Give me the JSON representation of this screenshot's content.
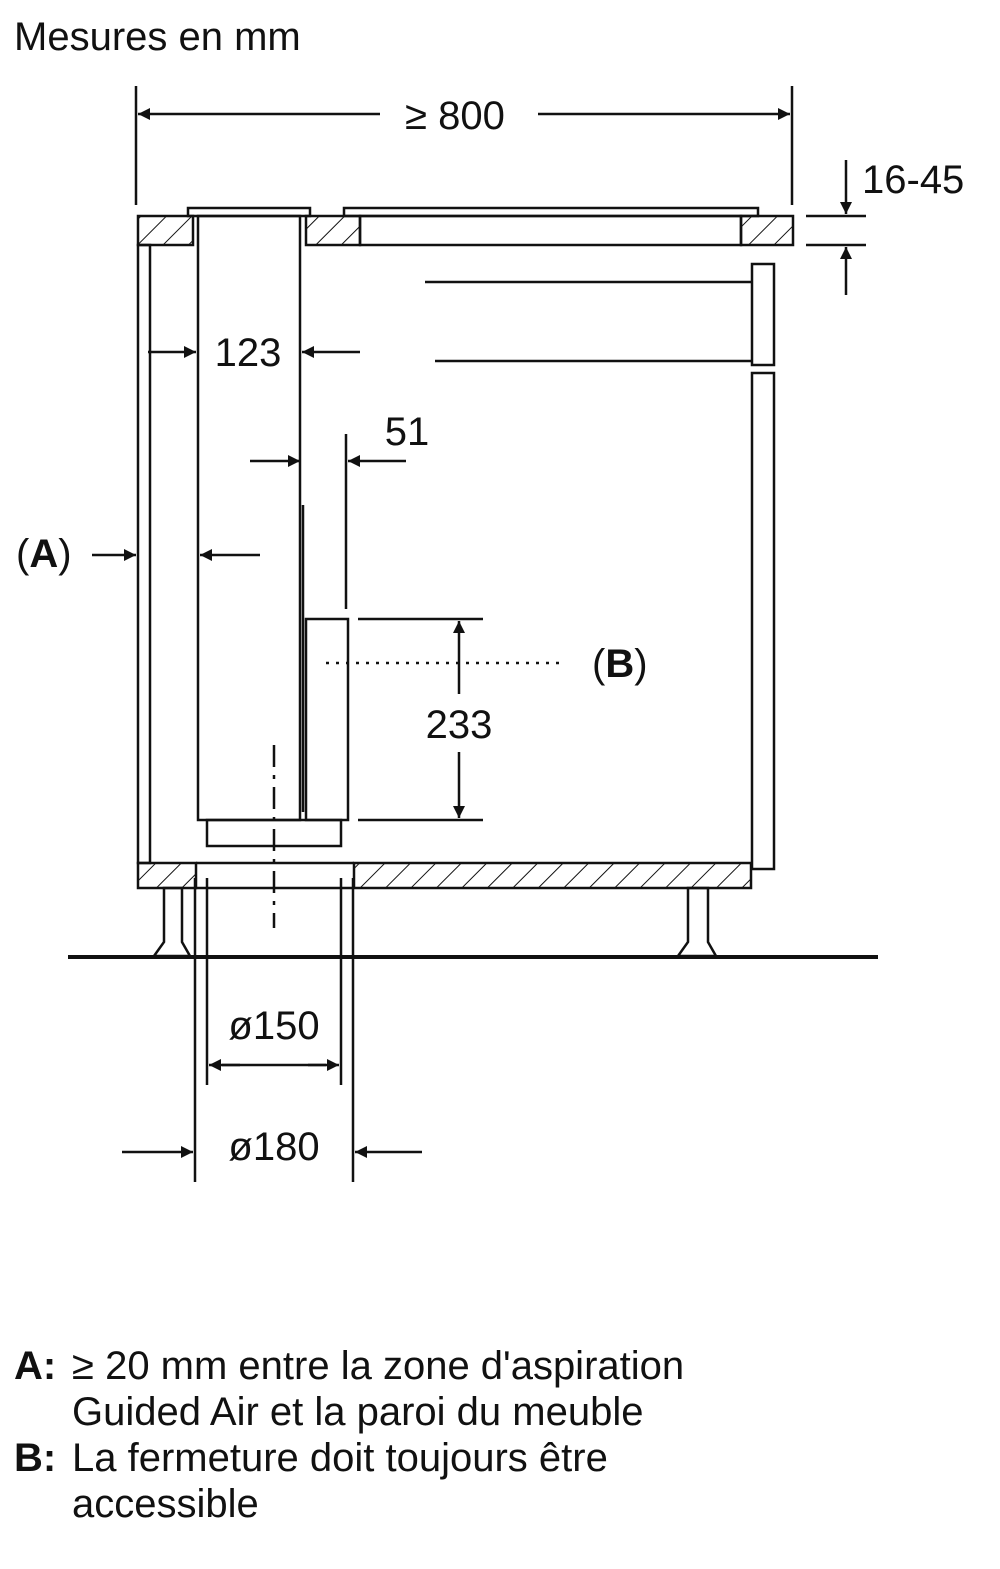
{
  "title": "Mesures en mm",
  "dimensions": {
    "total_width": "≥ 800",
    "worktop_thickness": "16-45",
    "duct_width": "123",
    "gap": "51",
    "closure_height": "233",
    "diameter_inner": "ø150",
    "diameter_outer": "ø180"
  },
  "callouts": {
    "a_open": "(",
    "a_letter": "A",
    "a_close": ")",
    "b_open": "(",
    "b_letter": "B",
    "b_close": ")"
  },
  "legend": [
    {
      "key": "A:",
      "lines": [
        "≥ 20 mm entre la zone d'aspiration",
        "Guided Air et la paroi du meuble"
      ]
    },
    {
      "key": "B:",
      "lines": [
        "La fermeture doit toujours être",
        "accessible"
      ]
    }
  ],
  "colors": {
    "line": "#111111",
    "background": "#ffffff"
  }
}
